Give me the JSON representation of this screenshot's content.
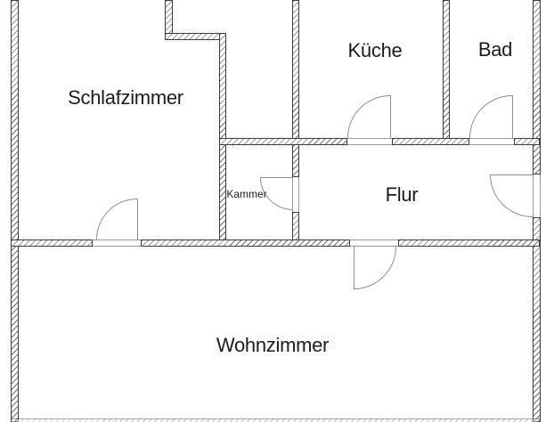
{
  "rooms": [
    {
      "id": "schlafzimmer",
      "label": "Schlafzimmer"
    },
    {
      "id": "kueche",
      "label": "Küche"
    },
    {
      "id": "bad",
      "label": "Bad"
    },
    {
      "id": "kammer",
      "label": "Kammer"
    },
    {
      "id": "flur",
      "label": "Flur"
    },
    {
      "id": "wohnzimmer",
      "label": "Wohnzimmer"
    }
  ],
  "doors": [
    {
      "name": "schlafzimmer-door"
    },
    {
      "name": "kueche-door"
    },
    {
      "name": "bad-door"
    },
    {
      "name": "kammer-door"
    },
    {
      "name": "wohnzimmer-door"
    },
    {
      "name": "entrance-door"
    }
  ],
  "colors": {
    "background": "#ffffff",
    "wall_line": "#3d3d3d",
    "wall_hatch": "#6f6f6f",
    "door_line": "#8f8f8f",
    "text": "#1c1c1c"
  }
}
